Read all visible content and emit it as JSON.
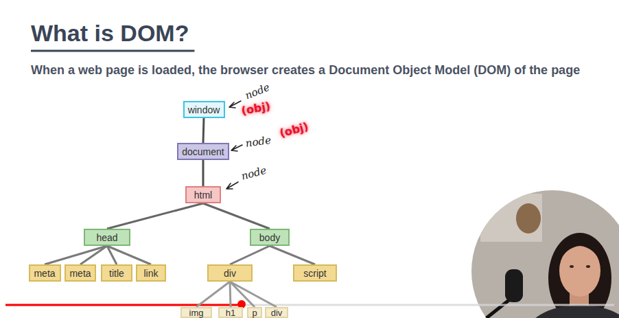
{
  "diagram": {
    "title": "What is DOM?",
    "nodes": [
      {
        "text": [
          "window"
        ]
      },
      {
        "text": [
          "document"
        ]
      },
      {
        "text": [
          "html"
        ]
      },
      {
        "text": [
          "head"
        ]
      },
      {
        "text": [
          "body"
        ]
      },
      {
        "text": [
          "meta"
        ]
      },
      {
        "text": [
          "meta"
        ]
      },
      {
        "text": [
          "title"
        ]
      },
      {
        "text": [
          "link"
        ]
      },
      {
        "text": [
          "div"
        ]
      },
      {
        "text": [
          "script"
        ]
      },
      {
        "text": [
          "img"
        ]
      },
      {
        "text": [
          "h1"
        ]
      },
      {
        "text": [
          "p"
        ]
      },
      {
        "text": [
          "div"
        ]
      }
    ],
    "edges": [
      {
        "from": 0,
        "to": 1,
        "arrow": "none"
      },
      {
        "from": 1,
        "to": 2,
        "arrow": "none"
      },
      {
        "from": 2,
        "to": 3,
        "arrow": "none"
      },
      {
        "from": 2,
        "to": 4,
        "arrow": "none"
      },
      {
        "from": 3,
        "to": 5,
        "arrow": "none"
      },
      {
        "from": 3,
        "to": 6,
        "arrow": "none"
      },
      {
        "from": 3,
        "to": 7,
        "arrow": "none"
      },
      {
        "from": 3,
        "to": 8,
        "arrow": "none"
      },
      {
        "from": 4,
        "to": 9,
        "arrow": "none"
      },
      {
        "from": 4,
        "to": 10,
        "arrow": "none"
      },
      {
        "from": 9,
        "to": 11,
        "arrow": "none"
      },
      {
        "from": 9,
        "to": 12,
        "arrow": "none"
      },
      {
        "from": 9,
        "to": 13,
        "arrow": "none"
      },
      {
        "from": 9,
        "to": 14,
        "arrow": "none"
      }
    ],
    "labels": [
      "When a web page is loaded, the browser creates a Document Object Model (DOM) of the page",
      "node",
      "(obj)",
      "node",
      "(obj)",
      "node"
    ]
  }
}
